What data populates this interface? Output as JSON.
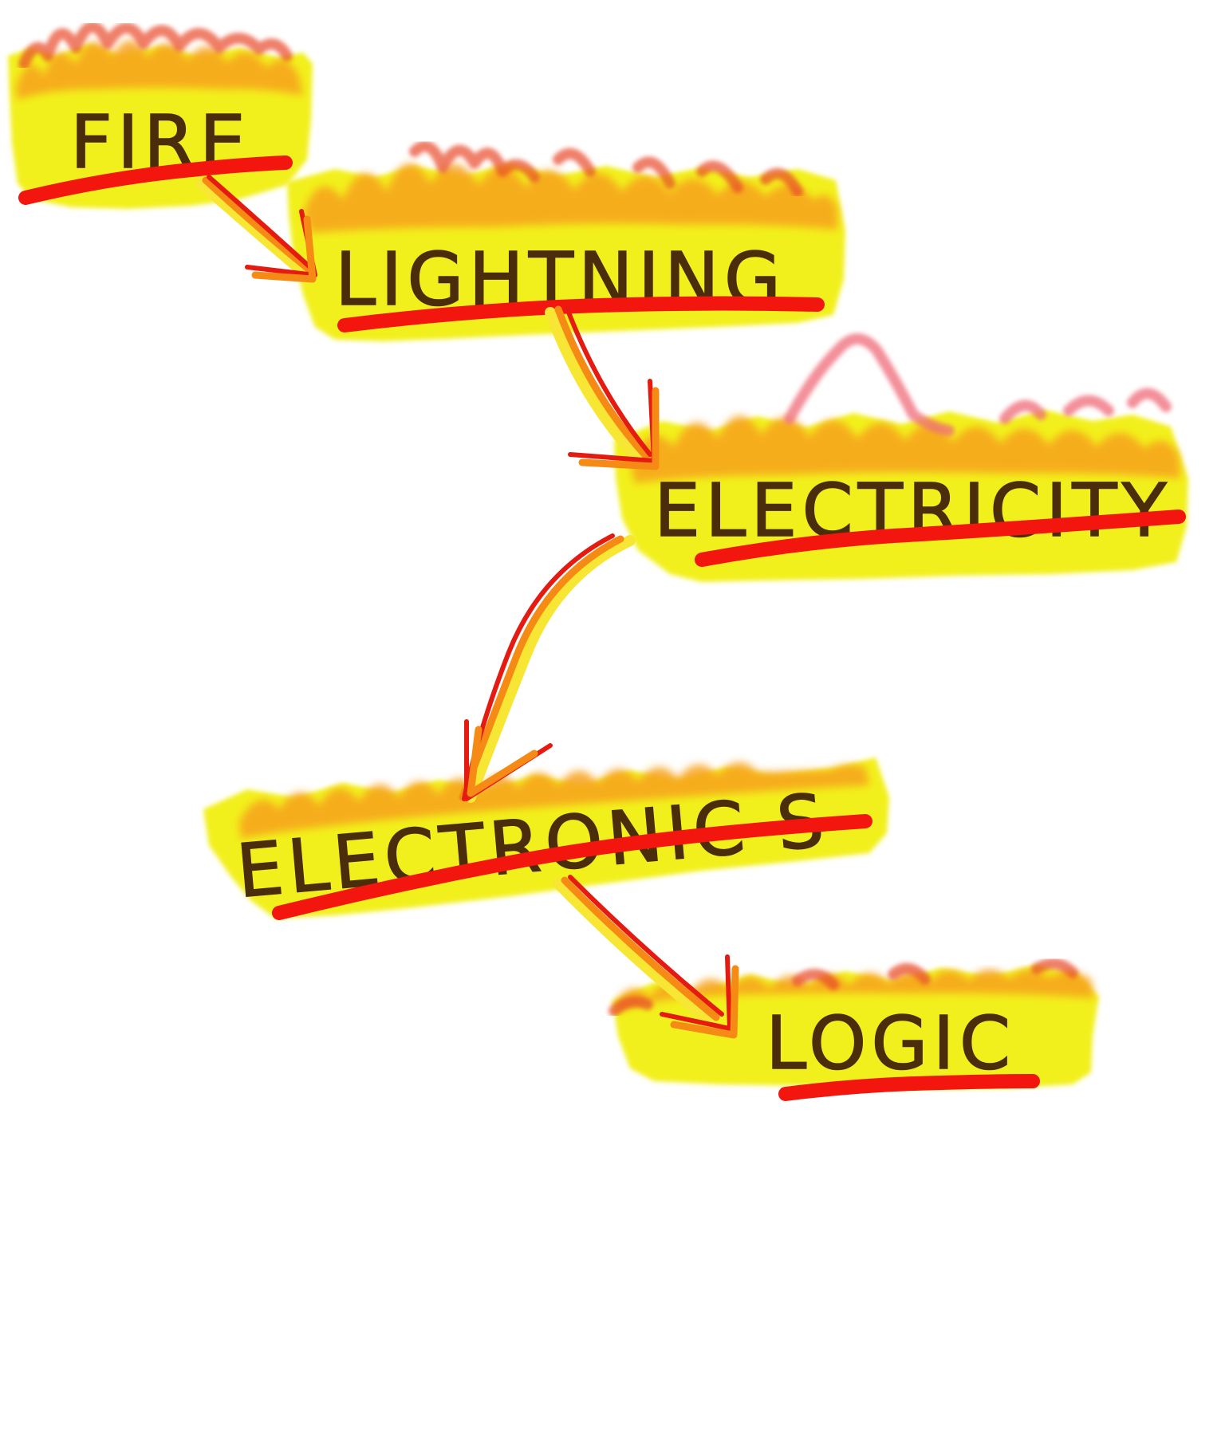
{
  "diagram": {
    "nodes": [
      {
        "id": "fire",
        "label": "FIRE"
      },
      {
        "id": "lightning",
        "label": "LIGHTNING"
      },
      {
        "id": "electricity",
        "label": "ELECTRICITY"
      },
      {
        "id": "electronics",
        "label": "ELECTRONIC S"
      },
      {
        "id": "logic",
        "label": "LOGIC"
      }
    ],
    "edges": [
      {
        "from": "fire",
        "to": "lightning"
      },
      {
        "from": "lightning",
        "to": "electricity"
      },
      {
        "from": "electricity",
        "to": "electronics"
      },
      {
        "from": "electronics",
        "to": "logic"
      }
    ]
  },
  "colors": {
    "highlight": "#f2f01c",
    "flame_orange": "#f7a21d",
    "flame_red": "#e8482c",
    "flame_pink": "#ef6a78",
    "underline_red": "#f2160e",
    "text": "#4a2d0a",
    "arrow_red": "#e51b12",
    "arrow_orange": "#f58a14",
    "arrow_yellow": "#f7e634"
  }
}
